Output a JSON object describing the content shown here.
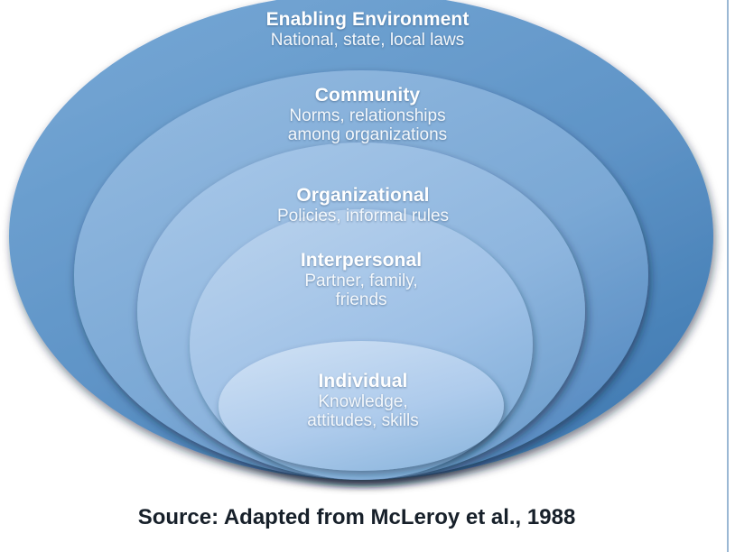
{
  "diagram": {
    "name": "socio-ecological-model",
    "caption": "Source: Adapted from McLeroy et al., 1988",
    "rings": [
      {
        "id": "enabling-environment",
        "title": "Enabling Environment",
        "description_lines": [
          "National, state, local laws"
        ],
        "fill_from": "#6b9fd0",
        "fill_to": "#3f7cb4",
        "level": 1
      },
      {
        "id": "community",
        "title": "Community",
        "description_lines": [
          "Norms, relationships",
          "among organizations"
        ],
        "fill_from": "#8cb4dd",
        "fill_to": "#5a8fc4",
        "level": 2
      },
      {
        "id": "organizational",
        "title": "Organizational",
        "description_lines": [
          "Policies, informal rules"
        ],
        "fill_from": "#9dc0e4",
        "fill_to": "#6e9fcd",
        "level": 3
      },
      {
        "id": "interpersonal",
        "title": "Interpersonal",
        "description_lines": [
          "Partner, family,",
          "friends"
        ],
        "fill_from": "#aecbe9",
        "fill_to": "#81aed7",
        "level": 4
      },
      {
        "id": "individual",
        "title": "Individual",
        "description_lines": [
          "Knowledge,",
          "attitudes, skills"
        ],
        "fill_from": "#c6daf0",
        "fill_to": "#8fb8de",
        "level": 5
      }
    ],
    "colors": {
      "background": "#ffffff",
      "label_text": "#ffffff",
      "caption_text": "#17202a",
      "right_rule": "#9bb8d4"
    }
  }
}
